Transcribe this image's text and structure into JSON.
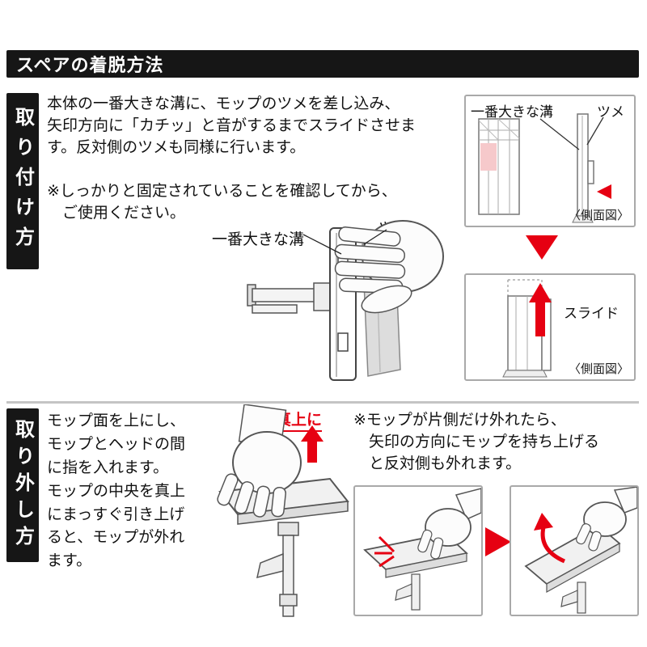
{
  "title": "スペアの着脱方法",
  "colors": {
    "accent_red": "#e60012",
    "bar_black": "#161616"
  },
  "attach": {
    "side_label": "取り付け方",
    "body_text": "本体の一番大きな溝に、モップのツメを差し込み、\n矢印方向に「カチッ」と音がするまでスライドさせま\nす。反対側のツメも同様に行います。",
    "note": "※しっかりと固定されていることを確認してから、\n　ご使用ください。",
    "illustration_labels": {
      "groove": "一番大きな溝",
      "claw": "ツメ"
    },
    "side_view_1": {
      "groove_label": "一番大きな溝",
      "claw_label": "ツメ",
      "caption": "〈側面図〉"
    },
    "side_view_2": {
      "slide_label": "スライド",
      "caption": "〈側面図〉"
    }
  },
  "detach": {
    "side_label": "取り外し方",
    "body_text": "モップ面を上にし、\nモップとヘッドの間\nに指を入れます。\nモップの中央を真上\nにまっすぐ引き上げ\nると、モップが外れ\nます。",
    "up_label": "真上に",
    "note": "※モップが片側だけ外れたら、\n　矢印の方向にモップを持ち上げる\n　と反対側も外れます。"
  }
}
